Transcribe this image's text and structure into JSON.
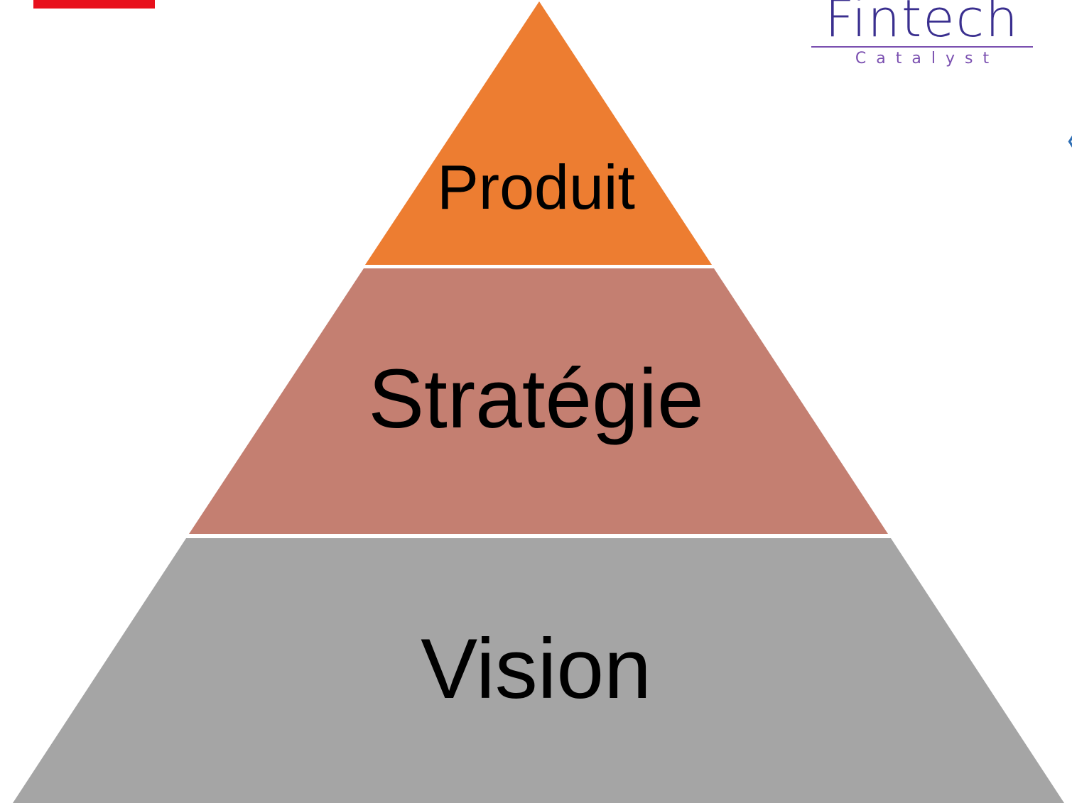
{
  "colors": {
    "tier_top": "#ED7D31",
    "tier_middle": "#C47F71",
    "tier_bottom": "#A5A5A5",
    "red_tab": "#E8101C",
    "logo_primary": "#3A2F8F",
    "logo_secondary": "#7A4FB0"
  },
  "logo": {
    "word": "Fintech",
    "subtitle": "Catalyst"
  },
  "pyramid": {
    "tiers": [
      {
        "label": "Produit"
      },
      {
        "label": "Stratégie"
      },
      {
        "label": "Vision"
      }
    ]
  }
}
